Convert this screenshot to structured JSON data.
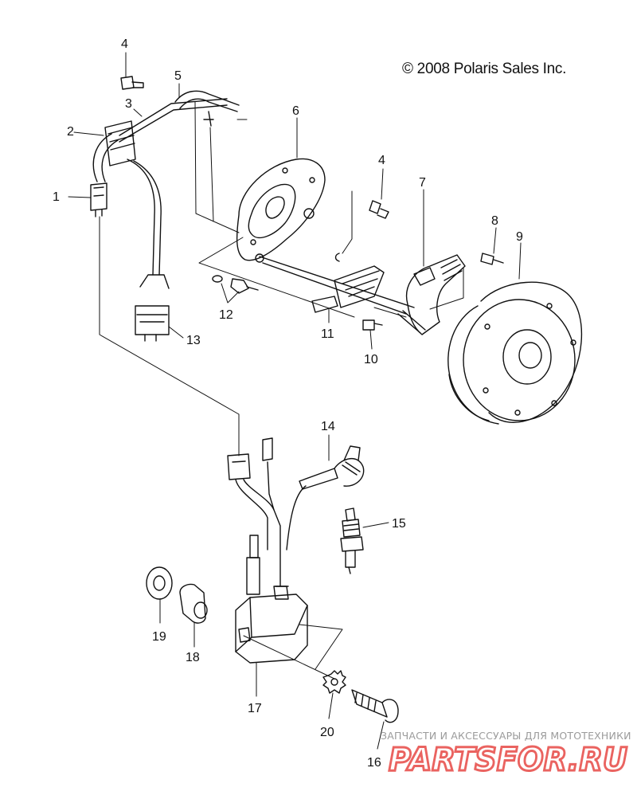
{
  "copyright": "© 2008 Polaris Sales Inc.",
  "watermark": {
    "tagline": "ЗАПЧАСТИ И АКСЕССУАРЫ ДЛЯ МОТОТЕХНИКИ",
    "logo_text": "PARTSFOR.RU",
    "logo_color": "#e4302b"
  },
  "callouts": [
    {
      "id": "c1",
      "label": "1"
    },
    {
      "id": "c2",
      "label": "2"
    },
    {
      "id": "c3",
      "label": "3"
    },
    {
      "id": "c4a",
      "label": "4"
    },
    {
      "id": "c4b",
      "label": "4"
    },
    {
      "id": "c5",
      "label": "5"
    },
    {
      "id": "c6",
      "label": "6"
    },
    {
      "id": "c7",
      "label": "7"
    },
    {
      "id": "c8",
      "label": "8"
    },
    {
      "id": "c9",
      "label": "9"
    },
    {
      "id": "c10",
      "label": "10"
    },
    {
      "id": "c11",
      "label": "11"
    },
    {
      "id": "c12",
      "label": "12"
    },
    {
      "id": "c13",
      "label": "13"
    },
    {
      "id": "c14",
      "label": "14"
    },
    {
      "id": "c15",
      "label": "15"
    },
    {
      "id": "c16",
      "label": "16"
    },
    {
      "id": "c17",
      "label": "17"
    },
    {
      "id": "c18",
      "label": "18"
    },
    {
      "id": "c19",
      "label": "19"
    },
    {
      "id": "c20",
      "label": "20"
    }
  ]
}
